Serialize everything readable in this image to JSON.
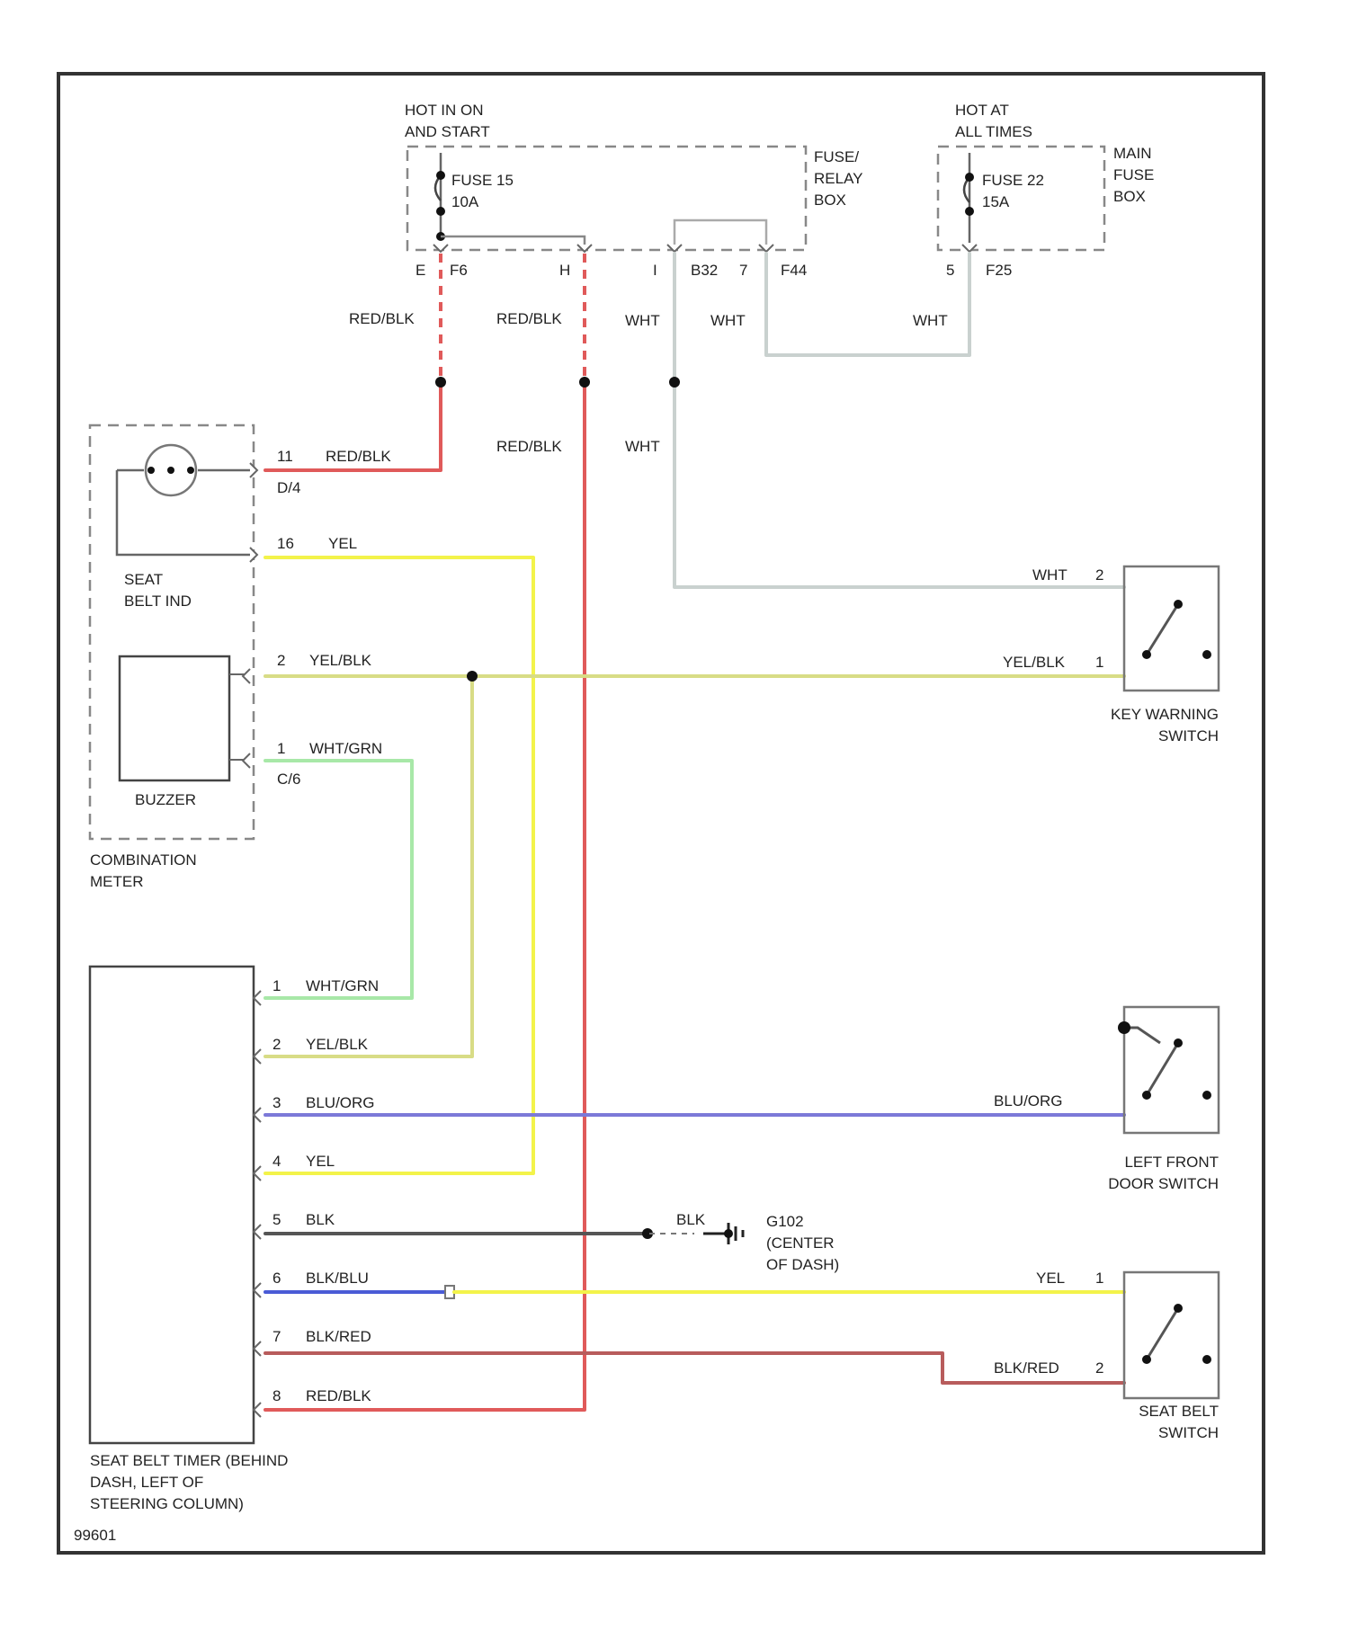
{
  "colors": {
    "red_blk": "#e05a5a",
    "yel": "#f3f34a",
    "yel_blk": "#d8dc86",
    "wht": "#c9d1cf",
    "wht_grn": "#a8e8a8",
    "blu_org": "#7c79d8",
    "blk": "#555555",
    "blk_blu": "#4a5bd6",
    "blk_red": "#b85c5c"
  },
  "power": {
    "hot_run": "HOT IN ON\nAND START",
    "hot_all": "HOT AT\nALL TIMES",
    "fuse15": "FUSE 15\n10A",
    "fuse22": "FUSE 22\n15A",
    "fuse_relay_box": "FUSE/\nRELAY\nBOX",
    "main_fuse_box": "MAIN\nFUSE\nBOX",
    "pin_e": "E",
    "pin_f6": "F6",
    "pin_h": "H",
    "pin_i": "I",
    "pin_b32": "B32",
    "pin_7": "7",
    "pin_f44": "F44",
    "pin_5": "5",
    "pin_f25": "F25"
  },
  "wire_labels": {
    "red_blk_1": "RED/BLK",
    "red_blk_2": "RED/BLK",
    "red_blk_3": "RED/BLK",
    "wht_1": "WHT",
    "wht_2": "WHT",
    "wht_3": "WHT",
    "wht_4": "WHT"
  },
  "combination_meter": {
    "label": "COMBINATION\nMETER",
    "seat_belt_ind": "SEAT\nBELT IND",
    "buzzer": "BUZZER",
    "pin_11": "11",
    "conn_d4": "D/4",
    "w_red_blk": "RED/BLK",
    "pin_16": "16",
    "w_yel": "YEL",
    "pin_2": "2",
    "w_yel_blk": "YEL/BLK",
    "pin_1": "1",
    "w_wht_grn": "WHT/GRN",
    "conn_c6": "C/6"
  },
  "key_switch": {
    "label": "KEY WARNING\nSWITCH",
    "w_wht": "WHT",
    "pin_2": "2",
    "w_yel_blk": "YEL/BLK",
    "pin_1": "1"
  },
  "timer": {
    "label": "SEAT BELT TIMER (BEHIND\nDASH, LEFT OF\nSTEERING COLUMN)",
    "p1": "1",
    "w1": "WHT/GRN",
    "p2": "2",
    "w2": "YEL/BLK",
    "p3": "3",
    "w3": "BLU/ORG",
    "p4": "4",
    "w4": "YEL",
    "p5": "5",
    "w5": "BLK",
    "p6": "6",
    "w6": "BLK/BLU",
    "p7": "7",
    "w7": "BLK/RED",
    "p8": "8",
    "w8": "RED/BLK"
  },
  "door_switch": {
    "label": "LEFT FRONT\nDOOR SWITCH",
    "w_blu_org": "BLU/ORG"
  },
  "ground": {
    "label": "G102\n(CENTER\nOF DASH)",
    "w_blk": "BLK"
  },
  "belt_switch": {
    "label": "SEAT BELT\nSWITCH",
    "w_yel": "YEL",
    "pin_1": "1",
    "w_blk_red": "BLK/RED",
    "pin_2": "2"
  },
  "footer": {
    "code": "99601"
  }
}
